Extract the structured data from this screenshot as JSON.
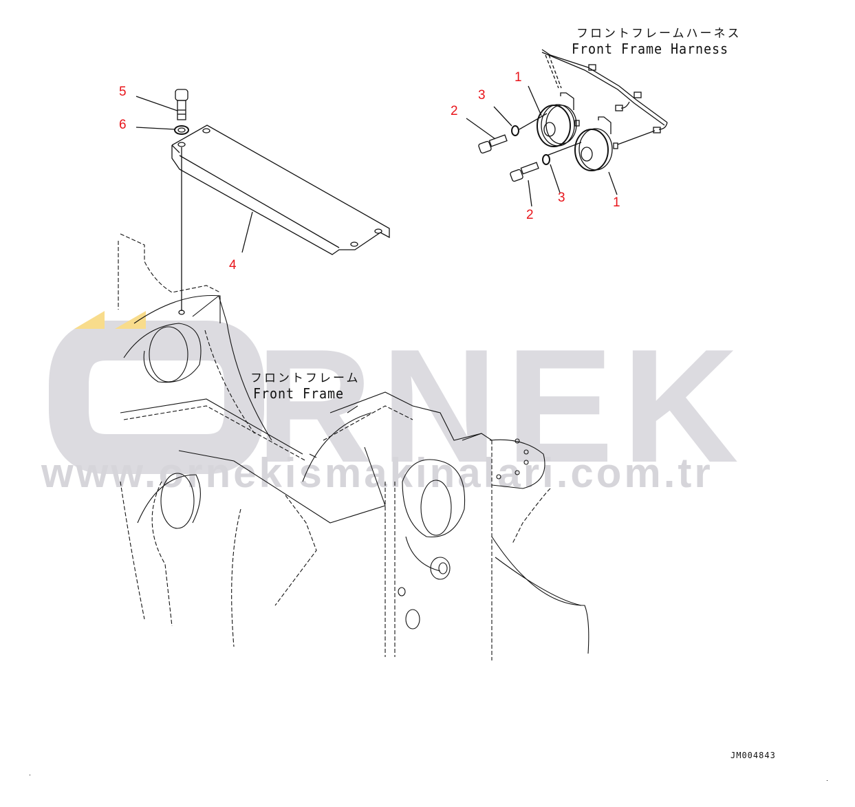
{
  "diagram": {
    "title_harness_jp": "フロントフレームハーネス",
    "title_harness_en": "Front Frame Harness",
    "title_frame_jp": "フロントフレーム",
    "title_frame_en": "Front Frame",
    "drawing_code": "JM004843",
    "callouts": [
      {
        "id": "1",
        "label": "1",
        "part": "horn (upper)"
      },
      {
        "id": "1b",
        "label": "1",
        "part": "horn (lower)"
      },
      {
        "id": "2",
        "label": "2",
        "part": "bolt (upper)"
      },
      {
        "id": "2b",
        "label": "2",
        "part": "bolt (lower)"
      },
      {
        "id": "3",
        "label": "3",
        "part": "washer (upper)"
      },
      {
        "id": "3b",
        "label": "3",
        "part": "washer (lower)"
      },
      {
        "id": "4",
        "label": "4",
        "part": "cover plate"
      },
      {
        "id": "5",
        "label": "5",
        "part": "bolt"
      },
      {
        "id": "6",
        "label": "6",
        "part": "washer"
      }
    ],
    "colors": {
      "callout": "#e8141a",
      "line": "#111111",
      "watermark_text": "#dcdbe0",
      "watermark_accent": "#f8dc8c"
    }
  },
  "watermark": {
    "brand": "ÖRNEK",
    "brand_letters": "RNEK",
    "url": "www.ornekismakinalari.com.tr"
  }
}
